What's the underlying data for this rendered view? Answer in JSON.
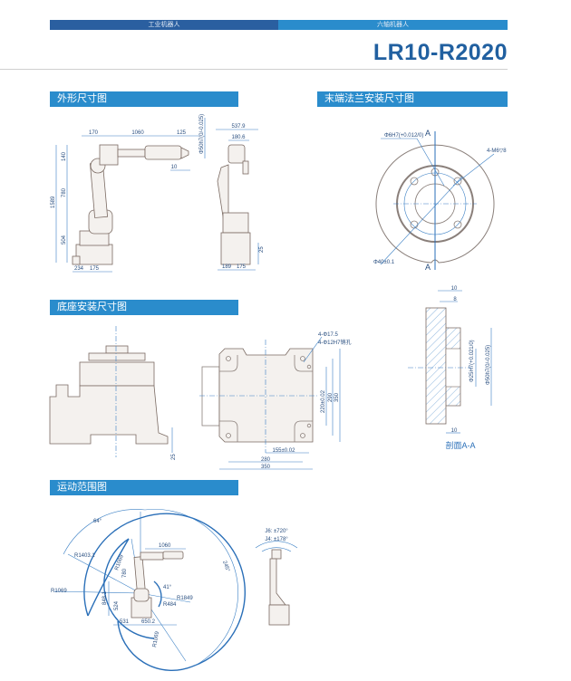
{
  "header": {
    "category_left": "工业机器人",
    "category_right": "六轴机器人",
    "model": "LR10-R2020"
  },
  "sections": {
    "outline": "外形尺寸图",
    "flange": "末端法兰安装尺寸图",
    "base": "底座安装尺寸图",
    "motion": "运动范围图"
  },
  "outline_dims": {
    "d170": "170",
    "d1060": "1060",
    "d125": "125",
    "phi50": "Φ50h7(0/-0.025)",
    "d10": "10",
    "d140": "140",
    "d780": "780",
    "d1589": "1589",
    "d504": "504",
    "d234": "234",
    "d175": "175",
    "d537_9": "537.9",
    "d180_6": "180.6",
    "d25": "25",
    "d189": "189",
    "d175b": "175"
  },
  "flange_dims": {
    "sec_a_top": "A",
    "sec_a_bottom": "A",
    "phi6": "Φ6H7(+0.012/0)",
    "m6": "4-M6▽8",
    "phi40": "Φ40±0.1"
  },
  "base_dims": {
    "holes175": "4-Φ17.5",
    "pins12": "4-Φ12H7销孔",
    "d220": "220±0.02",
    "d290": "290",
    "d350v": "350",
    "d155": "155±0.02",
    "d280": "280",
    "d350h": "350",
    "d25": "25"
  },
  "section_aa": {
    "d10top": "10",
    "d8": "8",
    "phi25": "Φ25H7(+0.021/0)",
    "phi50": "Φ50h7(0/-0.025)",
    "d10bot": "10",
    "caption": "剖面A-A"
  },
  "motion_dims": {
    "a64": "64°",
    "r1403": "R1403.1",
    "r1069a": "R1069",
    "d1060": "1060",
    "r1069b": "R1069",
    "d780": "780",
    "a41": "41°",
    "d848": "848.1",
    "d524": "524",
    "r1849": "R1849",
    "r484": "R484",
    "d531": "531",
    "d650": "650.2",
    "r1069c": "R1069",
    "a245": "245°",
    "j6": "J6: ±720°",
    "j4": "J4: ±178°"
  }
}
